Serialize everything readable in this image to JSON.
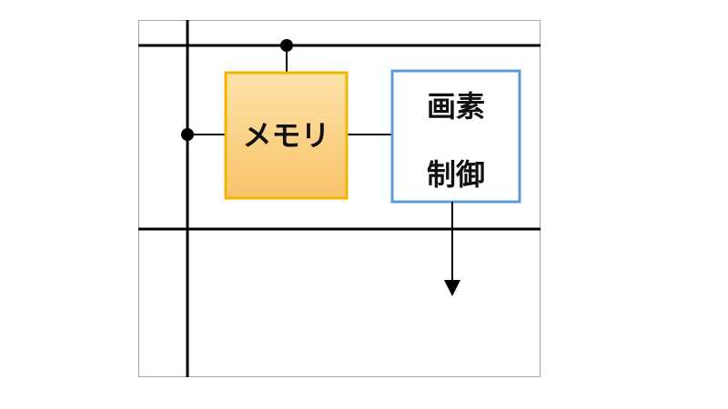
{
  "diagram": {
    "memory_block": {
      "label": "メモリ",
      "fill_top": "#fde2a8",
      "fill_bottom": "#f8c46a",
      "border": "#f2b600"
    },
    "pixel_control_block": {
      "label_line1": "画素",
      "label_line2": "制御",
      "fill": "#ffffff",
      "border": "#5b9bd5"
    },
    "wire_color": "#000000"
  }
}
